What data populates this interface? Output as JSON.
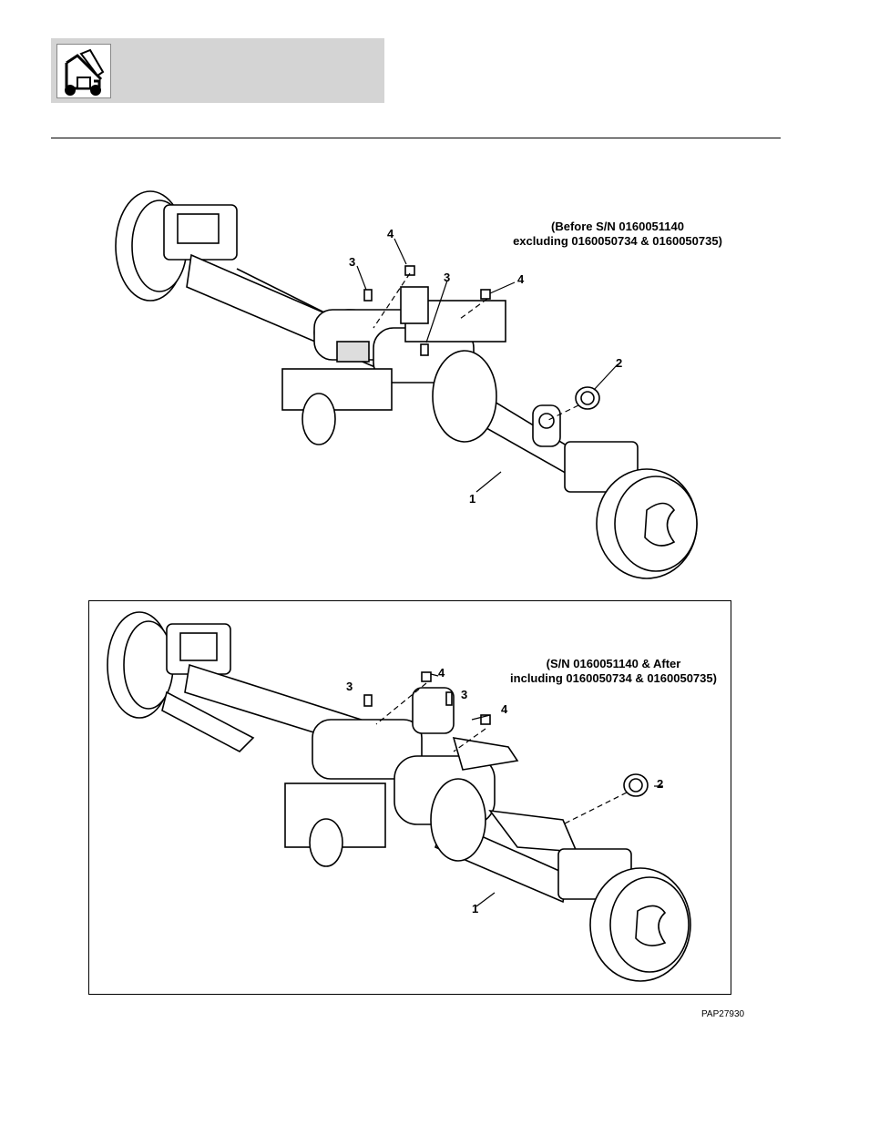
{
  "header": {
    "logo_icon": "loader-vehicle-icon"
  },
  "figure_top": {
    "caption_line1": "(Before S/N 0160051140",
    "caption_line2": "excluding 0160050734 & 0160050735)",
    "callouts": [
      "1",
      "2",
      "3",
      "3",
      "4",
      "4"
    ]
  },
  "figure_bottom": {
    "caption_line1": "(S/N 0160051140 & After",
    "caption_line2": "including 0160050734 & 0160050735)",
    "callouts": [
      "1",
      "2",
      "3",
      "3",
      "4",
      "4"
    ]
  },
  "figure_id": "PAP27930"
}
